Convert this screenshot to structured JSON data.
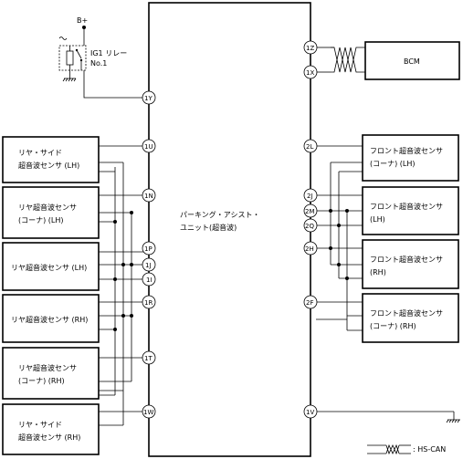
{
  "power": {
    "bplus": "B+"
  },
  "relay": {
    "line1": "IG1 リレー",
    "line2": "No.1"
  },
  "ecu": {
    "line1": "パーキング・アシスト・",
    "line2": "ユニット(超音波)"
  },
  "bcm": {
    "label": "BCM"
  },
  "left_sensors": [
    {
      "line1": "リヤ・サイド",
      "line2": "超音波センサ (LH)"
    },
    {
      "line1": "リヤ超音波センサ",
      "line2": "(コーナ) (LH)"
    },
    {
      "line1": "リヤ超音波センサ (LH)"
    },
    {
      "line1": "リヤ超音波センサ (RH)"
    },
    {
      "line1": "リヤ超音波センサ",
      "line2": "(コーナ) (RH)"
    },
    {
      "line1": "リヤ・サイド",
      "line2": "超音波センサ (RH)"
    }
  ],
  "right_sensors": [
    {
      "line1": "フロント超音波センサ",
      "line2": "(コーナ) (LH)"
    },
    {
      "line1": "フロント超音波センサ",
      "line2": "(LH)"
    },
    {
      "line1": "フロント超音波センサ",
      "line2": "(RH)"
    },
    {
      "line1": "フロント超音波センサ",
      "line2": "(コーナ) (RH)"
    }
  ],
  "pins": {
    "1Y": "1Y",
    "1U": "1U",
    "1N": "1N",
    "1P": "1P",
    "1J": "1J",
    "1I": "1I",
    "1R": "1R",
    "1T": "1T",
    "1W": "1W",
    "1Z": "1Z",
    "1X": "1X",
    "2L": "2L",
    "2J": "2J",
    "2M": "2M",
    "2Q": "2Q",
    "2H": "2H",
    "2F": "2F",
    "1V": "1V"
  },
  "legend": {
    "label": ": HS-CAN"
  }
}
